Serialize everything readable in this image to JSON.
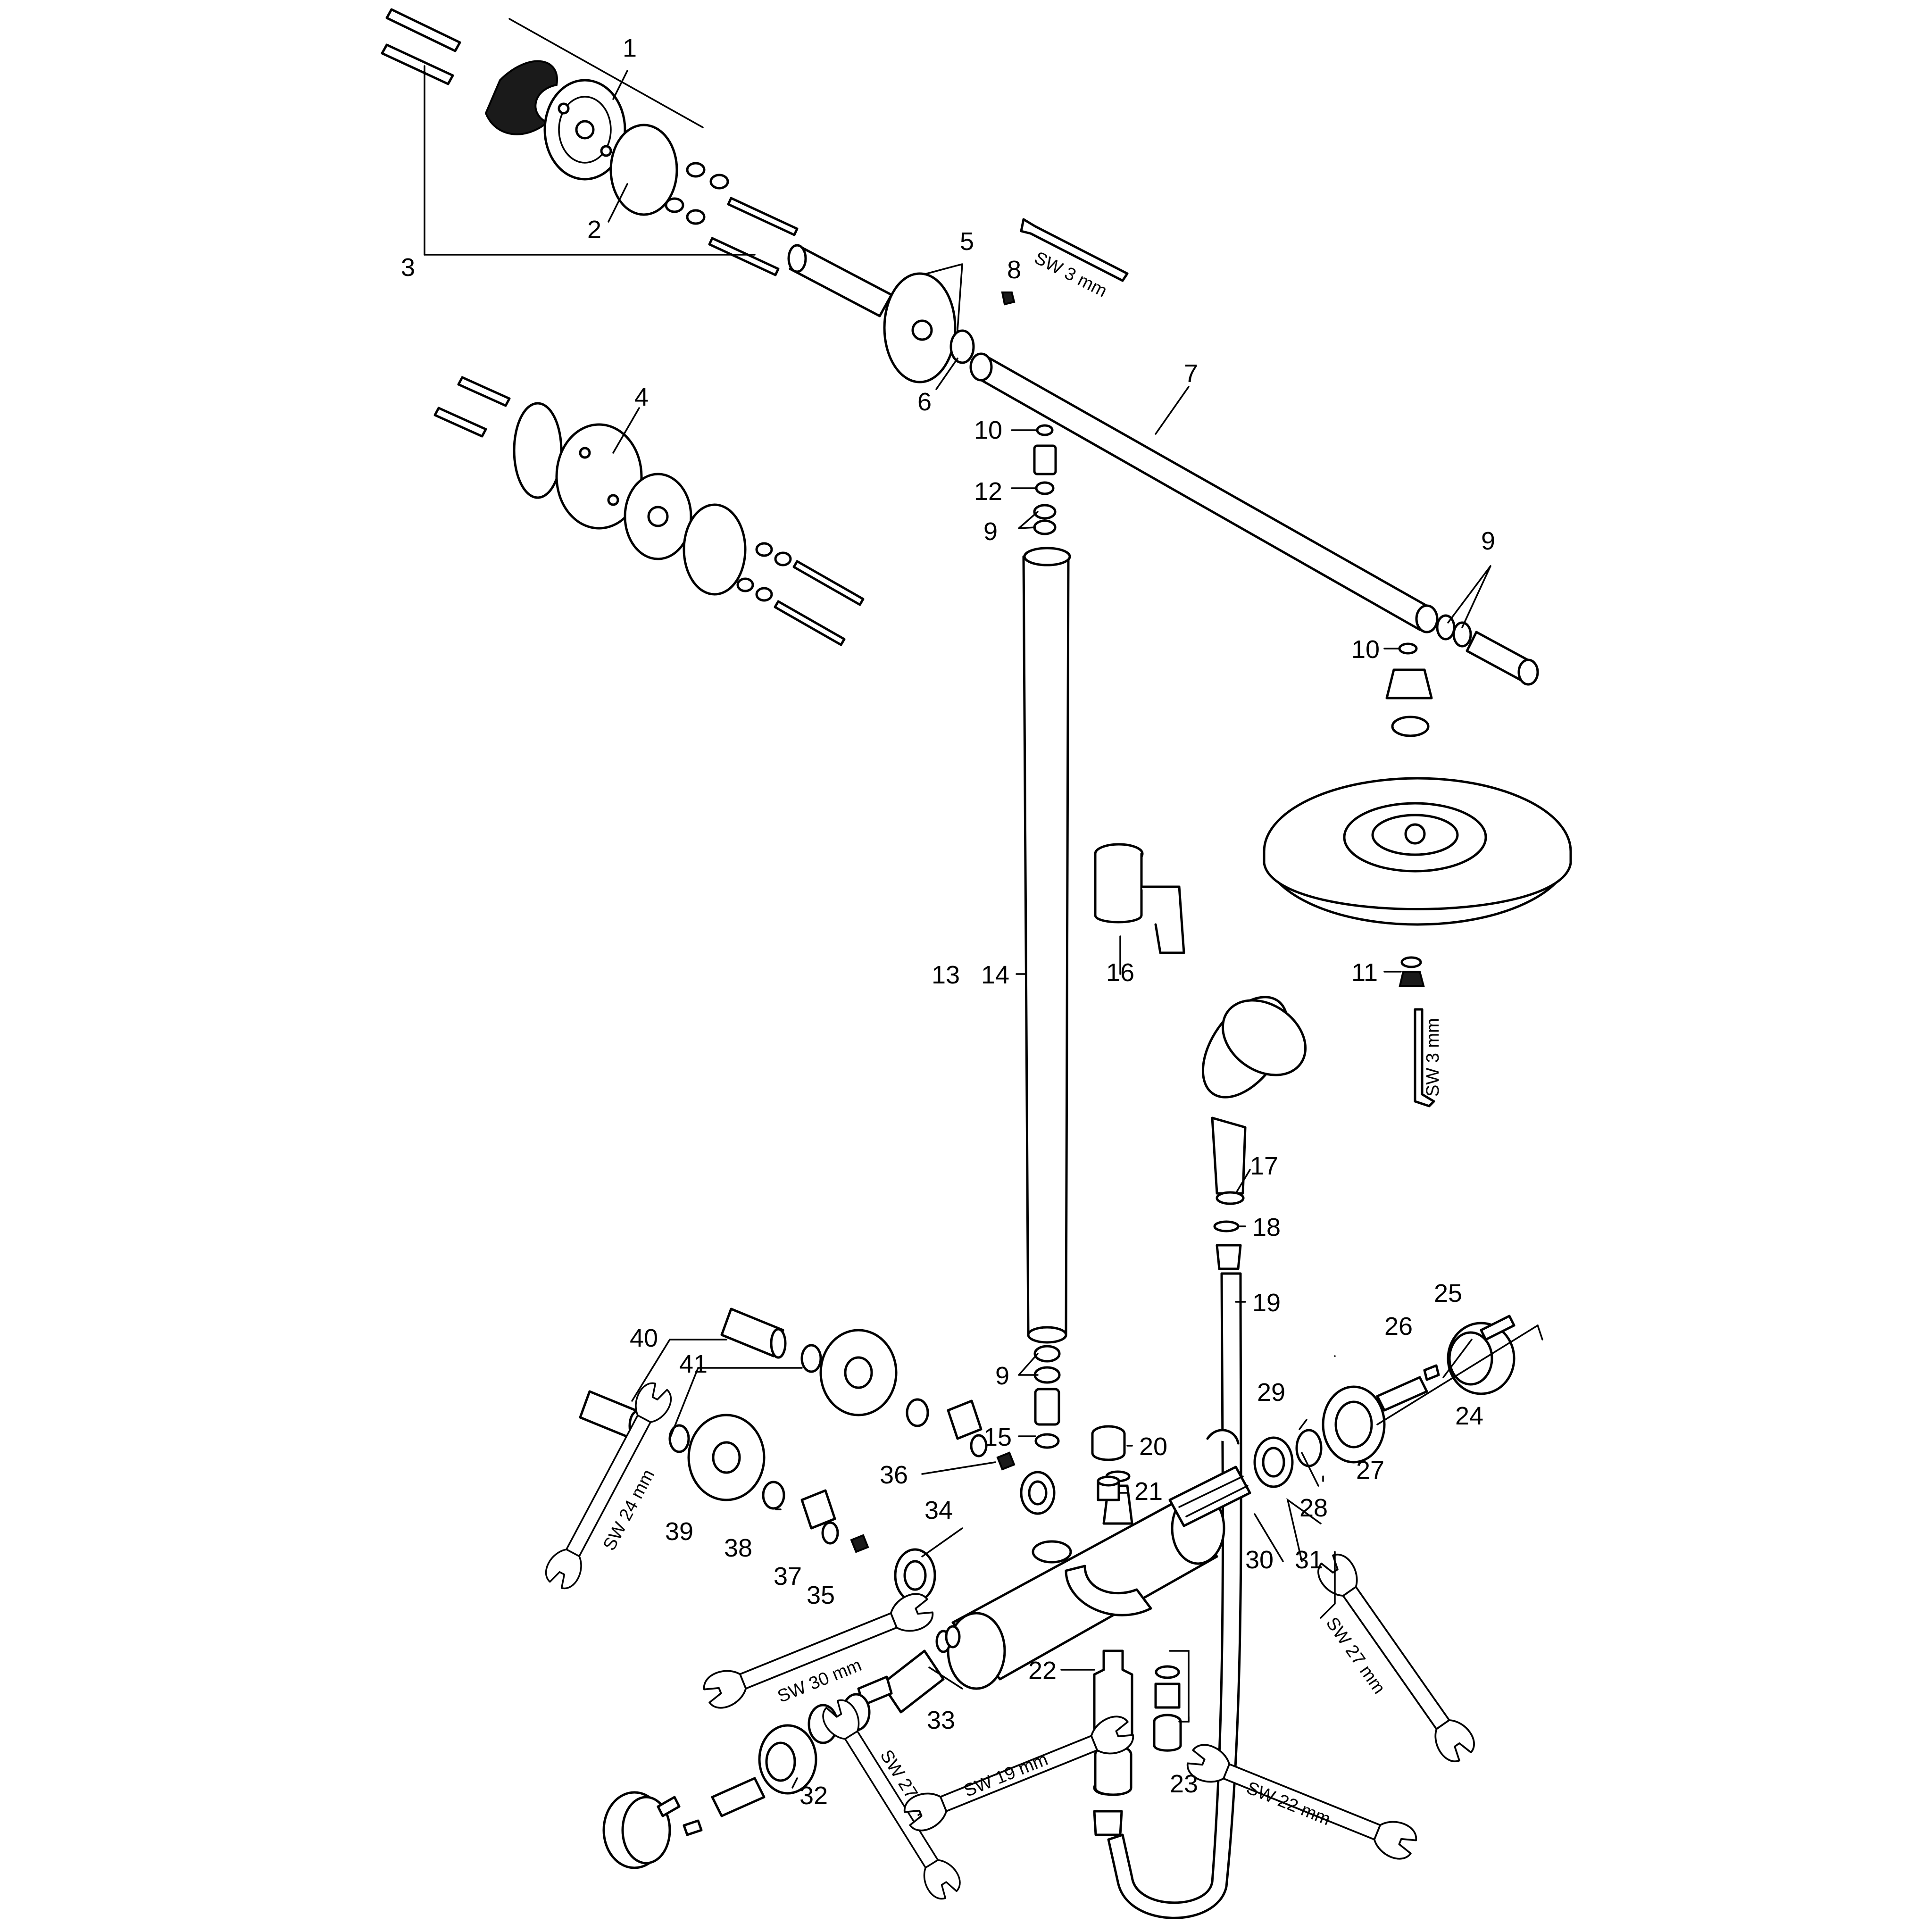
{
  "labels": {
    "p1": "1",
    "p2": "2",
    "p3": "3",
    "p4": "4",
    "p5": "5",
    "p6": "6",
    "p7": "7",
    "p8": "8",
    "p9a": "9",
    "p9b": "9",
    "p9c": "9",
    "p10a": "10",
    "p10b": "10",
    "p11": "11",
    "p12": "12",
    "p13": "13",
    "p14": "14",
    "p15": "15",
    "p16": "16",
    "p17": "17",
    "p18": "18",
    "p19": "19",
    "p20": "20",
    "p21": "21",
    "p22": "22",
    "p23": "23",
    "p24": "24",
    "p25": "25",
    "p26": "26",
    "p27": "27",
    "p28": "28",
    "p29": "29",
    "p30": "30",
    "p31": "31",
    "p32": "32",
    "p33": "33",
    "p34": "34",
    "p35": "35",
    "p36": "36",
    "p37": "37",
    "p38": "38",
    "p39": "39",
    "p40": "40",
    "p41": "41"
  },
  "tools": {
    "hex_top": "SW 3 mm",
    "hex_right": "SW 3 mm",
    "wrench_24": "SW 24 mm",
    "wrench_30": "SW 30 mm",
    "wrench_27_left": "SW 27 mm",
    "wrench_19": "SW 19 mm",
    "wrench_22": "SW 22 mm",
    "wrench_27_right": "SW 27 mm"
  },
  "icons": [
    "hex-key-icon",
    "open-end-wrench-icon"
  ]
}
